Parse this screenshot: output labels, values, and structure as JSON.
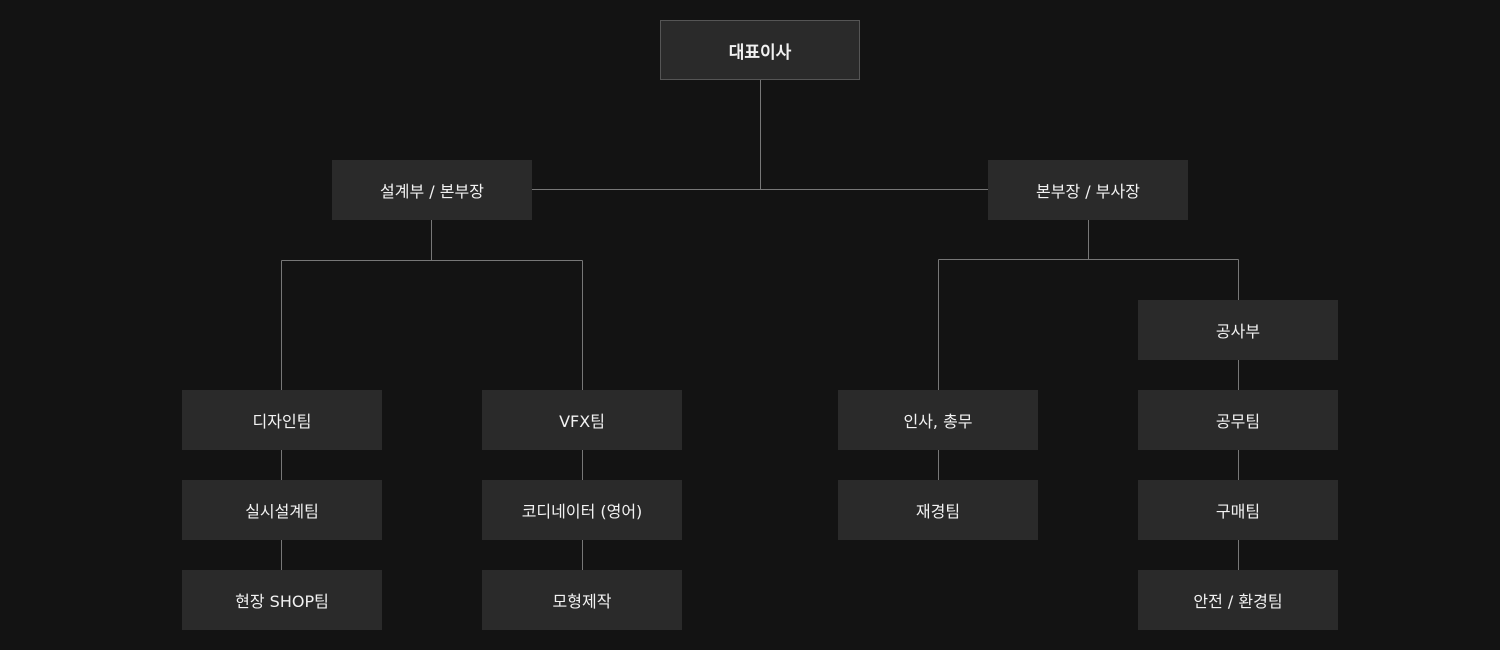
{
  "org_chart": {
    "ceo": "대표이사",
    "left_head": "설계부 / 본부장",
    "right_head": "본부장 / 부사장",
    "design_team": "디자인팀",
    "exec_design_team": "실시설계팀",
    "shop_team": "현장 SHOP팀",
    "vfx_team": "VFX팀",
    "coordinator": "코디네이터 (영어)",
    "model_making": "모형제작",
    "hr_general": "인사, 총무",
    "finance_team": "재경팀",
    "construction_dept": "공사부",
    "works_team": "공무팀",
    "purchasing_team": "구매팀",
    "safety_env_team": "안전 / 환경팀"
  },
  "colors": {
    "background": "#131313",
    "box": "#2a2a2a",
    "line": "#777777",
    "text": "#f2f2f2"
  }
}
